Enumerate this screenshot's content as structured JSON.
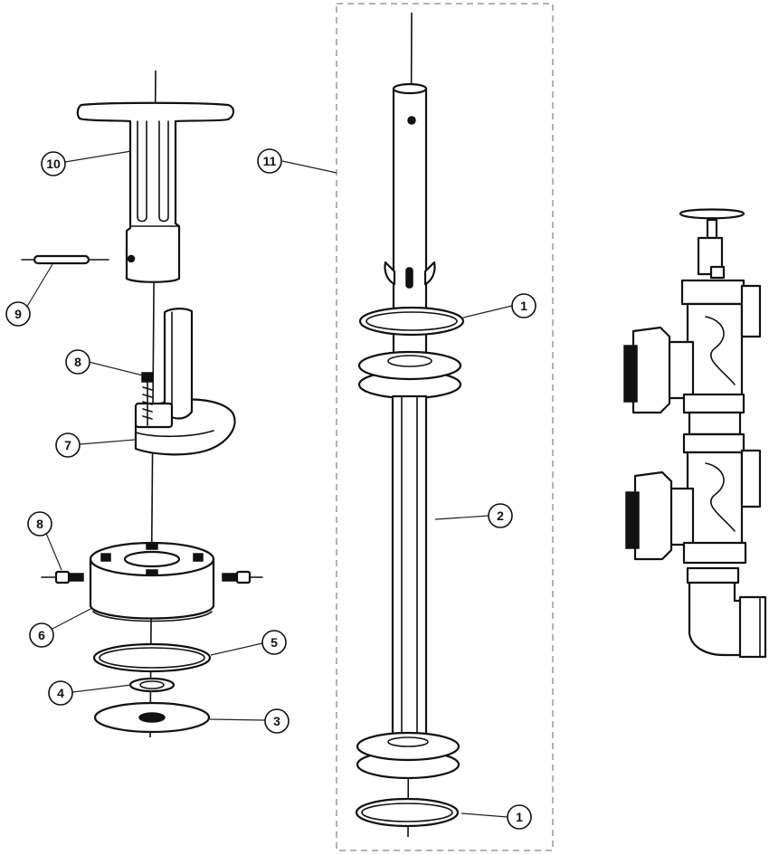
{
  "callouts": {
    "c1_top": "1",
    "c1_bottom": "1",
    "c2": "2",
    "c3": "3",
    "c4": "4",
    "c5": "5",
    "c6": "6",
    "c7": "7",
    "c8_top": "8",
    "c8_bottom": "8",
    "c9": "9",
    "c10": "10",
    "c11": "11"
  },
  "colors": {
    "line": "#111111",
    "frame": "#9a9a9a",
    "background": "#ffffff"
  }
}
